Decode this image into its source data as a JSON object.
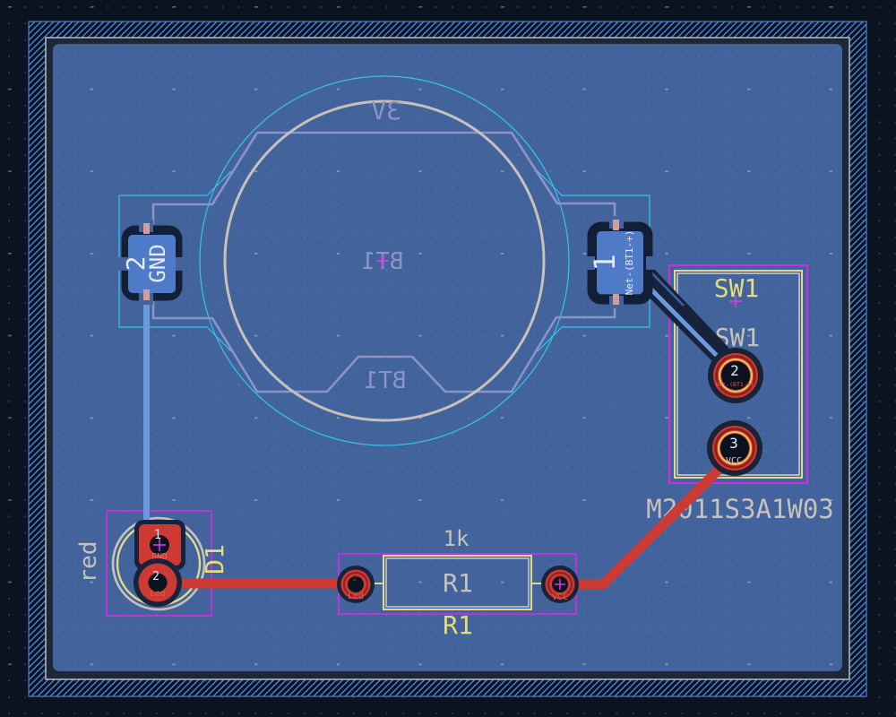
{
  "editor": {
    "view": "pcb-layout"
  },
  "components": {
    "BT1": {
      "fab_value": "3V",
      "fab_ref": "BT1",
      "silk_ref": "BT1",
      "pad2": {
        "number": "2",
        "net": "GND"
      },
      "pad1": {
        "number": "1",
        "net": "Net-(BT1-+)"
      }
    },
    "D1": {
      "silk_value": "red",
      "silk_ref": "D1",
      "pad1": {
        "number": "1",
        "net": "GND"
      },
      "pad2": {
        "number": "2",
        "net": "Led"
      }
    },
    "R1": {
      "fab_value": "1k",
      "fab_ref": "R1",
      "silk_ref": "R1",
      "pad2": {
        "number": "2",
        "net": "Led"
      },
      "pad1": {
        "number": "1",
        "net": "VCC"
      }
    },
    "SW1": {
      "silk_ref": "SW1",
      "fab_ref": "SW1",
      "fab_value": "M2011S3A1W03",
      "pad2": {
        "number": "2",
        "net": "Net-(BT1-+)"
      },
      "pad3": {
        "number": "3",
        "net": "VCC"
      }
    }
  },
  "colors": {
    "background": "#0c1320",
    "copper_zone_fill": "#42639b",
    "front_copper": "#cd3a34",
    "back_copper_trace": "#6a99de",
    "clearance_dark": "#16233a",
    "courtyard_magenta": "#ee22ee",
    "silk_yellow": "#ded98b",
    "silk_gray": "#c6c2ba",
    "back_silk_periwinkle": "#8a94c6",
    "courtyard_back_cyan": "#35c4ee",
    "board_edge_gray": "#b8bcc4",
    "zone_hatch_blue": "#4a7fd2",
    "pad_blue": "#4e7ac8",
    "hole_black": "#0b1220"
  }
}
